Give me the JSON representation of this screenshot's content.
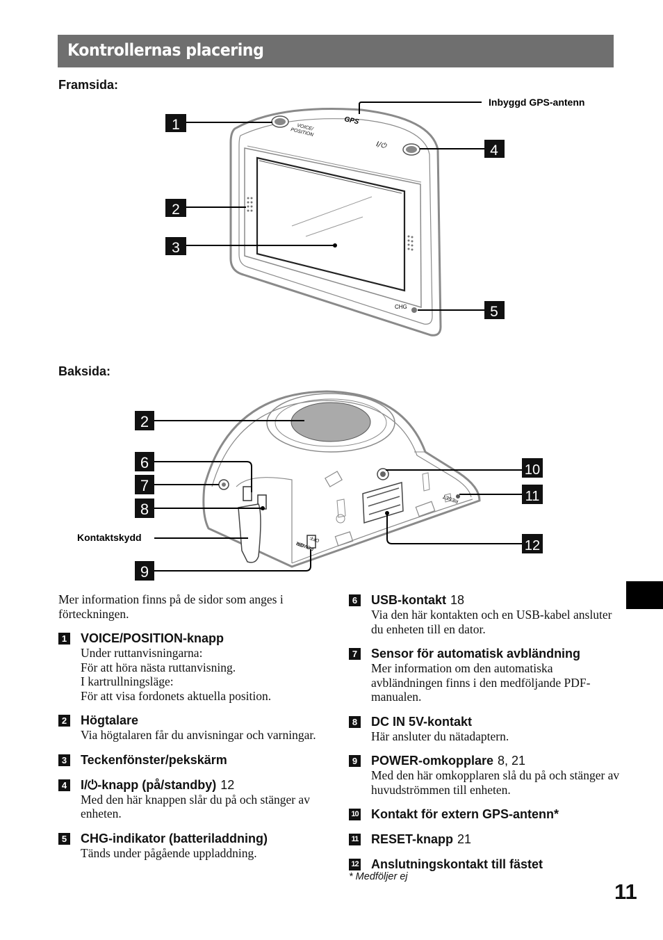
{
  "header": {
    "title": "Kontrollernas placering"
  },
  "front": {
    "heading": "Framsida:",
    "gps_label": "Inbyggd GPS-antenn",
    "device_text": {
      "voice": "VOICE/",
      "position": "POSITION",
      "gps": "GPS",
      "power": "I/⏻",
      "chg": "CHG"
    },
    "callouts": [
      "1",
      "2",
      "3",
      "4",
      "5"
    ]
  },
  "back": {
    "heading": "Baksida:",
    "cover_label": "Kontaktskydd",
    "device_text": {
      "reset": "RESET",
      "power": "POWER",
      "on": "ON",
      "off": "OFF"
    },
    "callouts": [
      "2",
      "6",
      "7",
      "8",
      "9",
      "10",
      "11",
      "12"
    ]
  },
  "intro": "Mer information finns på de sidor som anges i förteckningen.",
  "items_left": [
    {
      "num": "1",
      "title": "VOICE/POSITION-knapp",
      "ref": "",
      "lines": [
        "Under ruttanvisningarna:",
        "För att höra nästa ruttanvisning.",
        "I kartrullningsläge:",
        "För att visa fordonets aktuella position."
      ]
    },
    {
      "num": "2",
      "title": "Högtalare",
      "ref": "",
      "lines": [
        "Via högtalaren får du anvisningar och varningar."
      ]
    },
    {
      "num": "3",
      "title": "Teckenfönster/pekskärm",
      "ref": "",
      "lines": []
    },
    {
      "num": "4",
      "title": "I/⏻-knapp (på/standby)",
      "ref": "12",
      "lines": [
        "Med den här knappen slår du på och stänger av enheten."
      ]
    },
    {
      "num": "5",
      "title": "CHG-indikator (batteriladdning)",
      "ref": "",
      "lines": [
        "Tänds under pågående uppladdning."
      ]
    }
  ],
  "items_right": [
    {
      "num": "6",
      "title": "USB-kontakt",
      "ref": "18",
      "lines": [
        "Via den här kontakten och en USB-kabel ansluter du enheten till en dator."
      ]
    },
    {
      "num": "7",
      "title": "Sensor för automatisk avbländning",
      "ref": "",
      "lines": [
        "Mer information om den automatiska avbländningen finns i den medföljande PDF-manualen."
      ]
    },
    {
      "num": "8",
      "title": "DC IN 5V-kontakt",
      "ref": "",
      "lines": [
        "Här ansluter du nätadaptern."
      ]
    },
    {
      "num": "9",
      "title": "POWER-omkopplare",
      "ref": "8, 21",
      "lines": [
        "Med den här omkopplaren slå du på och stänger av huvudströmmen till enheten."
      ]
    },
    {
      "num": "10",
      "title": "Kontakt för extern GPS-antenn*",
      "ref": "",
      "lines": []
    },
    {
      "num": "11",
      "title": "RESET-knapp",
      "ref": "21",
      "lines": []
    },
    {
      "num": "12",
      "title": "Anslutningskontakt till fästet",
      "ref": "",
      "lines": []
    }
  ],
  "footnote": "* Medföljer ej",
  "page_number": "11"
}
